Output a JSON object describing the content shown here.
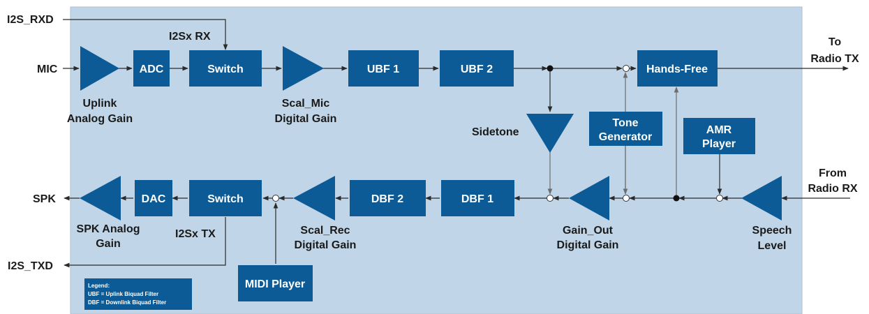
{
  "blocks": {
    "adc": "ADC",
    "switch_rx": "Switch",
    "ubf1": "UBF 1",
    "ubf2": "UBF 2",
    "hands_free": "Hands-Free",
    "tone_gen": [
      "Tone",
      "Generator"
    ],
    "amr_player": [
      "AMR",
      "Player"
    ],
    "dbf2": "DBF 2",
    "dbf1": "DBF 1",
    "dac": "DAC",
    "switch_tx": "Switch",
    "midi_player": "MIDI Player"
  },
  "labels": {
    "i2s_rxd": "I2S_RXD",
    "i2sx_rx": "I2Sx RX",
    "mic": "MIC",
    "uplink_gain": [
      "Uplink",
      "Analog Gain"
    ],
    "scal_mic": [
      "Scal_Mic",
      "Digital Gain"
    ],
    "to_radio": [
      "To",
      "Radio TX"
    ],
    "sidetone": "Sidetone",
    "from_radio": [
      "From",
      "Radio RX"
    ],
    "spk": "SPK",
    "spk_gain": [
      "SPK Analog",
      "Gain"
    ],
    "i2sx_tx": "I2Sx TX",
    "scal_rec": [
      "Scal_Rec",
      "Digital Gain"
    ],
    "gain_out": [
      "Gain_Out",
      "Digital Gain"
    ],
    "speech_level": [
      "Speech",
      "Level"
    ],
    "i2s_txd": "I2S_TXD"
  },
  "legend": {
    "title": "Legend:",
    "lines": [
      "UBF = Uplink Biquad Filter",
      "DBF = Downlink Biquad Filter"
    ]
  }
}
